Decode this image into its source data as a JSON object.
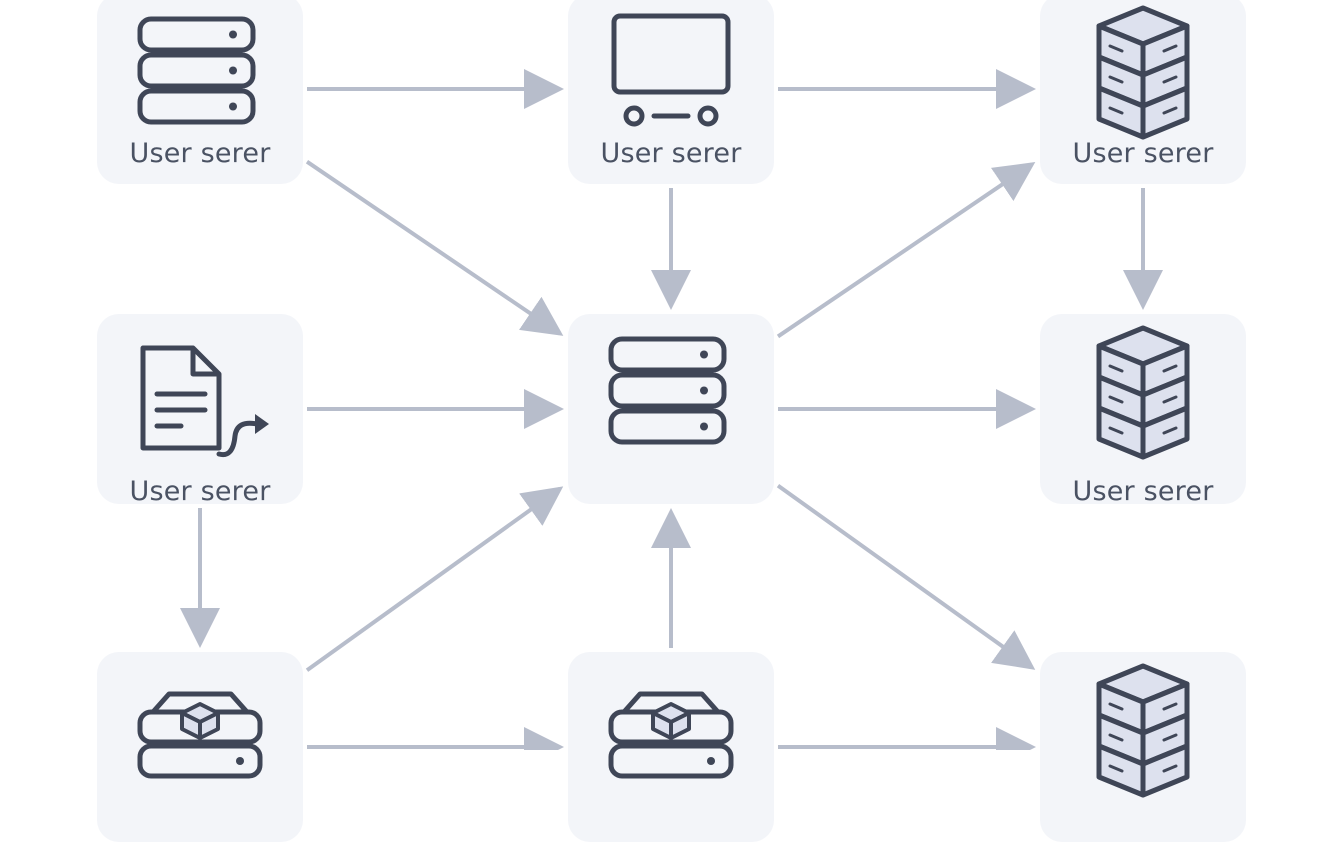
{
  "diagram": {
    "nodes": [
      {
        "id": "n1",
        "icon": "server-rack-icon",
        "label": "User serer"
      },
      {
        "id": "n2",
        "icon": "monitor-cart-icon",
        "label": "User serer"
      },
      {
        "id": "n3",
        "icon": "database-cube-icon",
        "label": "User serer"
      },
      {
        "id": "n4",
        "icon": "document-share-icon",
        "label": "User serer"
      },
      {
        "id": "n5",
        "icon": "server-rack-icon",
        "label": ""
      },
      {
        "id": "n6",
        "icon": "database-cube-icon",
        "label": "User serer"
      },
      {
        "id": "n7",
        "icon": "server-box-icon",
        "label": ""
      },
      {
        "id": "n8",
        "icon": "server-box-icon",
        "label": ""
      },
      {
        "id": "n9",
        "icon": "database-cube-icon",
        "label": ""
      }
    ],
    "edges": [
      [
        "n1",
        "n2"
      ],
      [
        "n2",
        "n3"
      ],
      [
        "n1",
        "n5"
      ],
      [
        "n2",
        "n5"
      ],
      [
        "n5",
        "n3"
      ],
      [
        "n3",
        "n6"
      ],
      [
        "n4",
        "n5"
      ],
      [
        "n5",
        "n6"
      ],
      [
        "n4",
        "n7"
      ],
      [
        "n7",
        "n5"
      ],
      [
        "n8",
        "n5"
      ],
      [
        "n5",
        "n9"
      ],
      [
        "n7",
        "n8"
      ],
      [
        "n8",
        "n9"
      ]
    ],
    "colors": {
      "card": "#f3f5f9",
      "edge": "#b7bdcb",
      "icon": "#3f4657",
      "cube_fill": "#dde1ee",
      "label": "#4a5263"
    }
  }
}
